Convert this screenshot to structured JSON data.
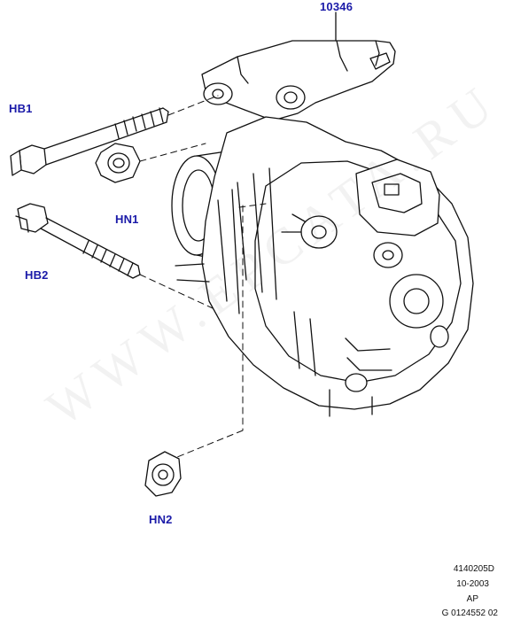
{
  "callouts": {
    "assembly": "10346",
    "bolt_upper": "HB1",
    "bolt_lower": "HB2",
    "nut_upper": "HN1",
    "nut_lower": "HN2"
  },
  "reference": {
    "drawing_no": "4140205D",
    "date": "10-2003",
    "code": "AP",
    "sheet": "G 0124552 02"
  },
  "watermark": "WWW.EPCATA.RU",
  "colors": {
    "callout": "#1a1aa8",
    "line": "#111111"
  }
}
